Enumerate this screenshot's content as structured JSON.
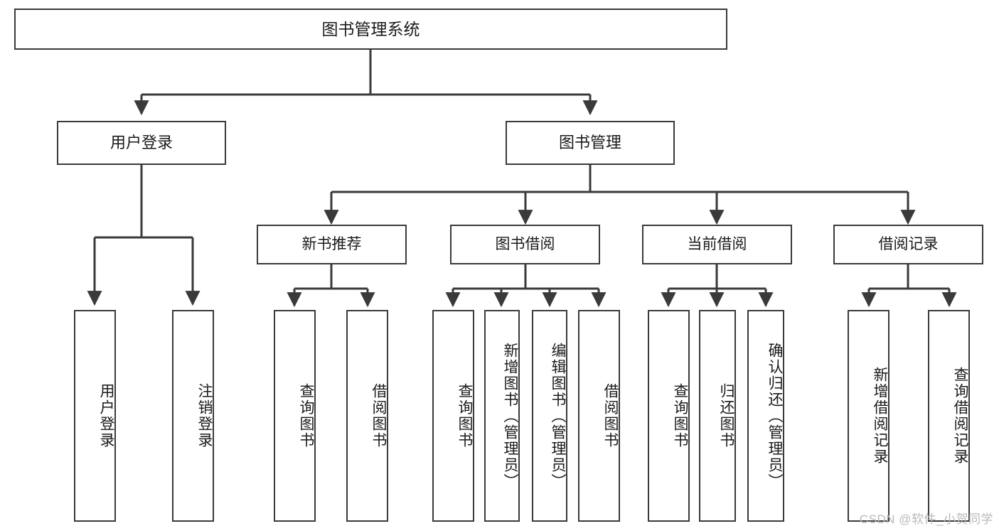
{
  "diagram": {
    "title": "图书管理系统",
    "type": "tree",
    "root": {
      "label": "图书管理系统"
    },
    "level2": [
      {
        "label": "用户登录"
      },
      {
        "label": "图书管理"
      }
    ],
    "level3": [
      {
        "label": "新书推荐"
      },
      {
        "label": "图书借阅"
      },
      {
        "label": "当前借阅"
      },
      {
        "label": "借阅记录"
      }
    ],
    "leaves": {
      "user_login": [
        {
          "label": "用户登录"
        },
        {
          "label": "注销登录"
        }
      ],
      "new_book_recommend": [
        {
          "label": "查询图书"
        },
        {
          "label": "借阅图书"
        }
      ],
      "book_borrow": [
        {
          "label": "查询图书"
        },
        {
          "label": "新增图书（管理员）"
        },
        {
          "label": "编辑图书（管理员）"
        },
        {
          "label": "借阅图书"
        }
      ],
      "current_borrow": [
        {
          "label": "查询图书"
        },
        {
          "label": "归还图书"
        },
        {
          "label": "确认归还（管理员）"
        }
      ],
      "borrow_record": [
        {
          "label": "新增借阅记录"
        },
        {
          "label": "查询借阅记录"
        }
      ]
    }
  },
  "watermark": {
    "text": "CSDN @软件_小贺同学"
  },
  "colors": {
    "stroke": "#3a3a3a",
    "background": "#ffffff",
    "text": "#1a1a1a",
    "watermark": "#b9b9b9"
  }
}
